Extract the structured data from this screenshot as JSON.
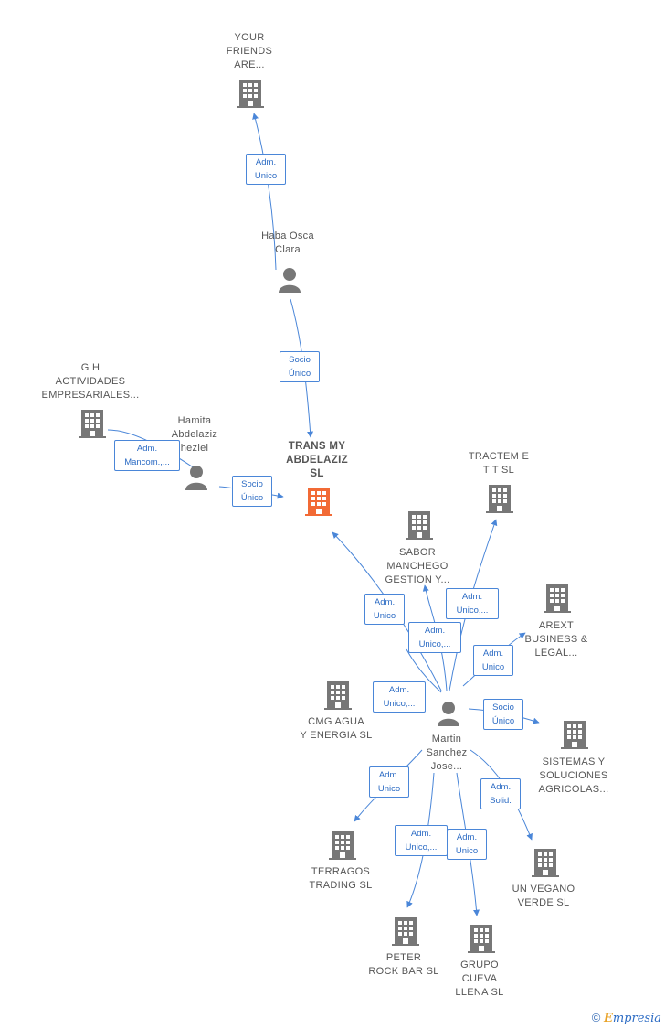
{
  "nodes": {
    "your_friends": "YOUR\nFRIENDS\nARE...",
    "haba": "Haba Osca\nClara",
    "gh": "G H\nACTIVIDADES\nEMPRESARIALES...",
    "hamita": "Hamita\nAbdelaziz\nheziel",
    "trans": "TRANS MY\nABDELAZIZ\nSL",
    "tractem": "TRACTEM E\nT T SL",
    "sabor": "SABOR\nMANCHEGO\nGESTION Y...",
    "arext": "AREXT\nBUSINESS &\nLEGAL...",
    "cmg": "CMG AGUA\nY ENERGIA  SL",
    "martin": "Martin\nSanchez\nJose...",
    "sistemas": "SISTEMAS Y\nSOLUCIONES\nAGRICOLAS...",
    "terragos": "TERRAGOS\nTRADING  SL",
    "vegano": "UN VEGANO\nVERDE  SL",
    "peter": "PETER\nROCK BAR  SL",
    "grupo": "GRUPO\nCUEVA\nLLENA SL"
  },
  "edges": {
    "e1": "Adm.\nUnico",
    "e2": "Socio\nÚnico",
    "e3": "Adm.\nMancom.,...",
    "e4": "Socio\nÚnico",
    "e5": "Adm.\nUnico",
    "e6": "Adm.\nUnico,...",
    "e7": "Adm.\nUnico,...",
    "e8": "Adm.\nUnico",
    "e9": "Adm.\nUnico,...",
    "e10": "Socio\nÚnico",
    "e11": "Adm.\nUnico",
    "e12": "Adm.\nSolid.",
    "e13": "Adm.\nUnico,...",
    "e14": "Adm.\nUnico"
  },
  "footer": {
    "copyright": "©",
    "brand_e": "E",
    "brand_rest": "mpresia"
  },
  "colors": {
    "edge": "#4a86d8",
    "icon": "#777777",
    "focus_icon": "#f26a35"
  }
}
